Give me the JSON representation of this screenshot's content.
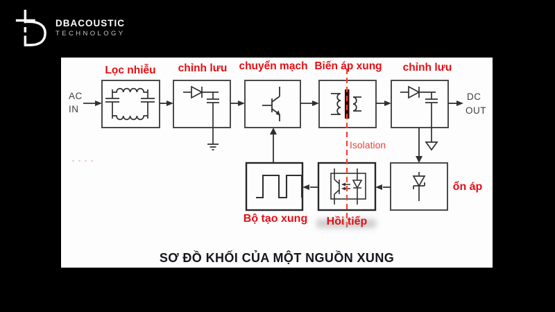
{
  "logo": {
    "brand": "DBACOUSTIC",
    "subtitle": "TECHNOLOGY"
  },
  "diagram": {
    "caption": "SƠ ĐỒ KHỐI CỦA MỘT NGUỒN XUNG",
    "input": {
      "line1": "AC",
      "line2": "IN"
    },
    "output": {
      "line1": "DC",
      "line2": "OUT"
    },
    "isolation_label": "Isolation",
    "blocks": [
      {
        "id": "noise-filter",
        "label": "Lọc nhiễu",
        "symbol": "emi-filter-symbol"
      },
      {
        "id": "rectifier-input",
        "label": "chỉnh lưu",
        "symbol": "diode-capacitor-symbol"
      },
      {
        "id": "switch",
        "label": "chuyển mạch",
        "symbol": "transistor-symbol"
      },
      {
        "id": "pulse-transformer",
        "label": "Biến áp xung",
        "symbol": "transformer-symbol"
      },
      {
        "id": "rectifier-output",
        "label": "chỉnh lưu",
        "symbol": "diode-capacitor-symbol"
      },
      {
        "id": "regulator",
        "label": "ổn áp",
        "symbol": "zener-diode-symbol"
      },
      {
        "id": "pulse-generator",
        "label": "Bộ tạo xung",
        "symbol": "square-wave-symbol"
      },
      {
        "id": "feedback",
        "label": "Hồi tiếp",
        "symbol": "optocoupler-symbol"
      }
    ]
  },
  "colors": {
    "background": "#000000",
    "panel": "#fdfdfd",
    "label_red": "#e60d13",
    "isolation_red": "#e8463a",
    "line_dark": "#303030",
    "block_border": "#4a4a4a",
    "transformer_core": "#2e0703",
    "caption_text": "#16161e"
  }
}
